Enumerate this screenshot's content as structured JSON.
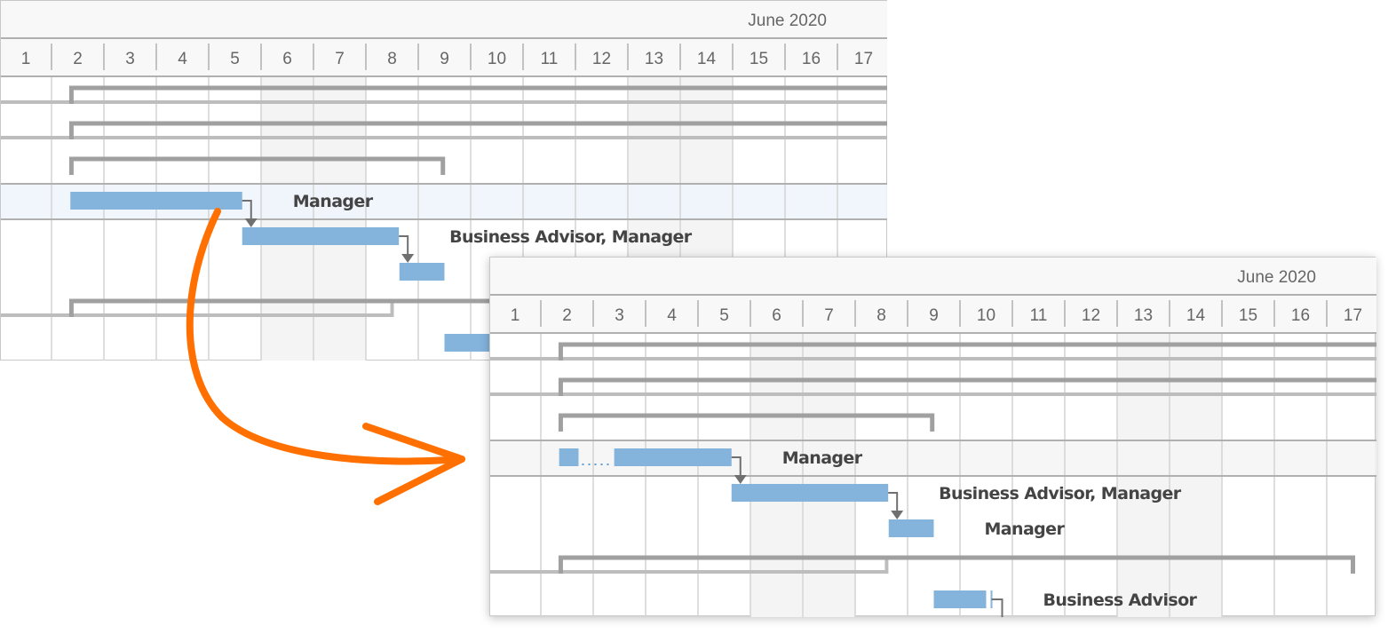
{
  "colors": {
    "bar": "#84b3dc",
    "summary": "#a0a0a0",
    "baseline": "#bdbdbd",
    "weekend": "#f4f4f4",
    "highlight_back": "#edf4fb",
    "highlight_front": "#f4f4f4",
    "arrow": "#ff7000",
    "connector": "#707070"
  },
  "charts": [
    {
      "id": "back",
      "month_label": "June 2020",
      "days": [
        "1",
        "2",
        "3",
        "4",
        "5",
        "6",
        "7",
        "8",
        "9",
        "10",
        "11",
        "12",
        "13",
        "14",
        "15",
        "16",
        "17"
      ],
      "weekends": [
        6,
        7,
        13,
        14
      ],
      "highlight_row": 3,
      "rows": [
        {
          "type": "summary",
          "start": 2.38,
          "end": 18,
          "baseline_end": 18
        },
        {
          "type": "summary",
          "start": 2.38,
          "end": 18,
          "baseline_end": 18
        },
        {
          "type": "summary",
          "start": 2.38,
          "end": 9.47
        },
        {
          "type": "task",
          "segments": [
            [
              2.36,
              5.64
            ]
          ],
          "label": "Manager"
        },
        {
          "type": "task",
          "segments": [
            [
              5.64,
              8.63
            ]
          ],
          "label": "Business Advisor, Manager"
        },
        {
          "type": "task",
          "segments": [
            [
              8.64,
              9.5
            ]
          ],
          "label": ""
        },
        {
          "type": "summary",
          "start": 2.38,
          "end": 18,
          "baseline_end": 8.5
        },
        {
          "type": "task",
          "segments": [
            [
              9.5,
              11
            ]
          ],
          "label": ""
        }
      ]
    },
    {
      "id": "front",
      "month_label": "June 2020",
      "days": [
        "1",
        "2",
        "3",
        "4",
        "5",
        "6",
        "7",
        "8",
        "9",
        "10",
        "11",
        "12",
        "13",
        "14",
        "15",
        "16",
        "17"
      ],
      "weekends": [
        6,
        7,
        13,
        14
      ],
      "highlight_row": 3,
      "rows": [
        {
          "type": "summary",
          "start": 2.38,
          "end": 18,
          "baseline_end": 18
        },
        {
          "type": "summary",
          "start": 2.38,
          "end": 18,
          "baseline_end": 18
        },
        {
          "type": "summary",
          "start": 2.38,
          "end": 9.47
        },
        {
          "type": "task",
          "segments": [
            [
              2.35,
              2.72
            ],
            [
              3.4,
              5.64
            ]
          ],
          "split": true,
          "label": "Manager"
        },
        {
          "type": "task",
          "segments": [
            [
              5.64,
              8.63
            ]
          ],
          "label": "Business Advisor, Manager"
        },
        {
          "type": "task",
          "segments": [
            [
              8.64,
              9.5
            ]
          ],
          "label": "Manager"
        },
        {
          "type": "summary",
          "start": 2.38,
          "end": 17.5,
          "baseline_end": 8.6
        },
        {
          "type": "task",
          "segments": [
            [
              9.5,
              10.5
            ]
          ],
          "label": "Business Advisor",
          "continues": true
        }
      ]
    }
  ]
}
